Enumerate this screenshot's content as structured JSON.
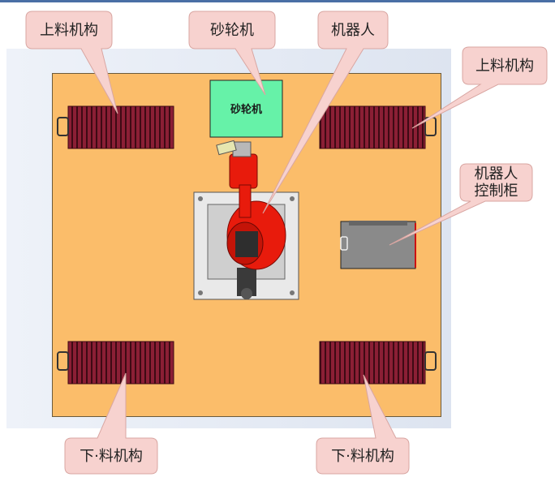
{
  "diagram": {
    "labels": {
      "loading_left": "上料机构",
      "grinder": "砂轮机",
      "robot": "机器人",
      "loading_right": "上料机构",
      "controller_line1": "机器人",
      "controller_line2": "控制柜",
      "unloading_left": "下·料机构",
      "unloading_right": "下·料机构"
    },
    "grinder_box_text": "砂轮机",
    "colors": {
      "plate": "#fbbd6a",
      "callout_fill": "#f7d2cf",
      "callout_stroke": "#d9a6a2",
      "rack": "#7a1a2e",
      "grinder": "#66f2a8",
      "robot": "#e81b0c",
      "controller": "#8a8a8a"
    }
  }
}
